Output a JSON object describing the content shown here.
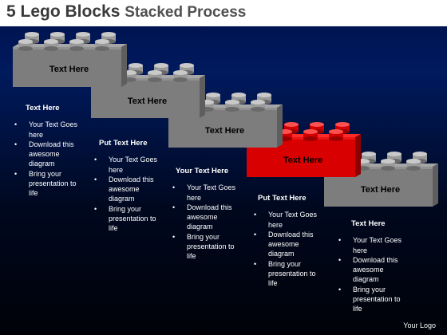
{
  "title": {
    "main": "5 Lego Blocks",
    "sub": "Stacked Process"
  },
  "blocks": [
    {
      "label": "Text Here",
      "color": "gray"
    },
    {
      "label": "Text Here",
      "color": "red"
    },
    {
      "label": "Text Here",
      "color": "gray"
    },
    {
      "label": "Text Here",
      "color": "gray"
    },
    {
      "label": "Text Here",
      "color": "gray"
    }
  ],
  "columns": [
    {
      "heading": "Text Here",
      "bullets": [
        "Your Text Goes here",
        "Download this awesome diagram",
        "Bring your presentation to life"
      ]
    },
    {
      "heading": "Put Text Here",
      "bullets": [
        "Your Text Goes here",
        "Download this awesome diagram",
        "Bring your presentation to life"
      ]
    },
    {
      "heading": "Your Text Here",
      "bullets": [
        "Your Text Goes here",
        "Download this awesome diagram",
        "Bring your presentation to life"
      ]
    },
    {
      "heading": "Put Text Here",
      "bullets": [
        "Your Text Goes here",
        "Download this awesome diagram",
        "Bring your presentation to life"
      ]
    },
    {
      "heading": "Text Here",
      "bullets": [
        "Your Text Goes here",
        "Download this awesome diagram",
        "Bring your presentation to life"
      ]
    }
  ],
  "logo": "Your Logo",
  "colors": {
    "gray": "#8c8c8c",
    "red": "#e20000",
    "text": "#ffffff",
    "background": "#001550"
  }
}
